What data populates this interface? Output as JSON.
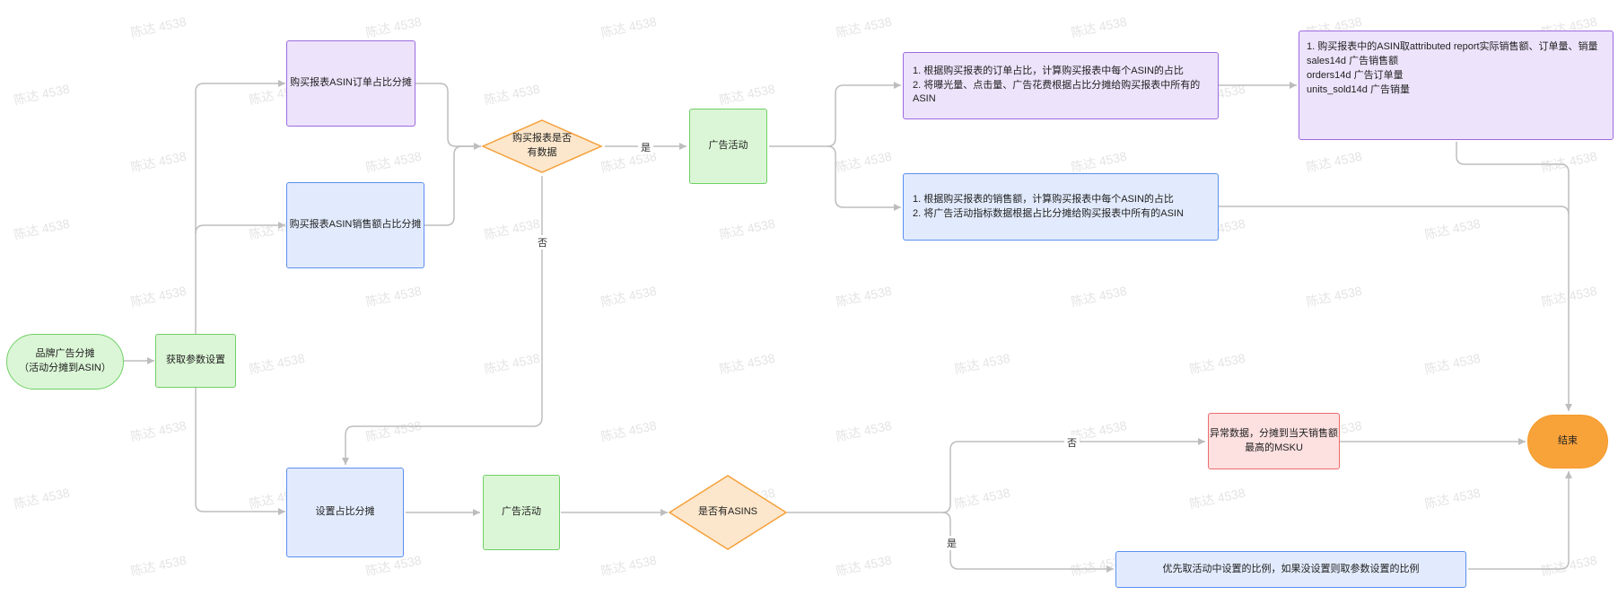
{
  "watermark": "陈达 4538",
  "colors": {
    "purple_fill": "#ede3fb",
    "purple_border": "#9b6be0",
    "blue_fill": "#e2ebfd",
    "blue_border": "#5b8ff0",
    "green_fill": "#dbf6d6",
    "green_border": "#6fcf66",
    "orange_fill": "#fce7cc",
    "orange_border": "#f5a03a",
    "red_fill": "#fde0e0",
    "red_border": "#ee6b6b",
    "end_fill": "#f8a33a",
    "edge": "#bdbdbd"
  },
  "nodes": {
    "start": "品牌广告分摊\n（活动分摊到ASIN）",
    "get_params": "获取参数设置",
    "order_ratio": "购买报表ASIN订单占比分摊",
    "sales_ratio": "购买报表ASIN销售额占比分摊",
    "has_data": "购买报表是否\n有数据",
    "ad_campaign_top": "广告活动",
    "order_detail": "1. 根据购买报表的订单占比，计算购买报表中每个ASIN的占比\n2. 将曝光量、点击量、广告花费根据占比分摊给购买报表中所有的ASIN",
    "sales_detail": "1. 根据购买报表的销售额，计算购买报表中每个ASIN的占比\n2. 将广告活动指标数据根据占比分摊给购买报表中所有的ASIN",
    "attributed": "  1. 购买报表中的ASIN取attributed report实际销售额、订单量、销量\nsales14d  广告销售额\norders14d  广告订单量\nunits_sold14d  广告销量",
    "set_ratio": "设置占比分摊",
    "ad_campaign_bottom": "广告活动",
    "has_asins": "是否有ASINS",
    "abnormal": "异常数据，分摊到当天销售额\n最高的MSKU",
    "priority": "优先取活动中设置的比例，如果没设置则取参数设置的比例",
    "end": "结束"
  },
  "edge_labels": {
    "yes_top": "是",
    "no_top": "否",
    "no_bottom": "否",
    "yes_bottom": "是"
  }
}
